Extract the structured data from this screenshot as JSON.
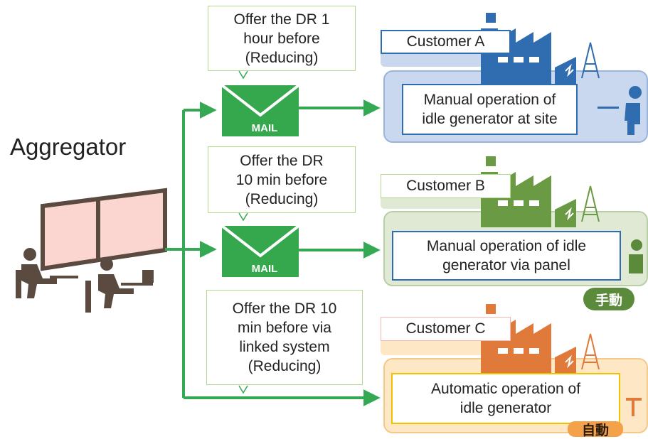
{
  "aggregator": {
    "label": "Aggregator"
  },
  "callouts": [
    {
      "text": "Offer the DR 1\nhour before\n(Reducing)"
    },
    {
      "text": "Offer the DR\n10 min before\n(Reducing)"
    },
    {
      "text": "Offer the DR 10\nmin before via\nlinked system\n(Reducing)"
    }
  ],
  "mail_label": "MAIL",
  "customers": [
    {
      "name": "Customer A",
      "description": "Manual operation of\nidle generator at site",
      "color": "#2f6db0",
      "panel_color": "#c9d8ef",
      "label_border": "#2f6db0"
    },
    {
      "name": "Customer B",
      "description": "Manual operation of idle\ngenerator via panel",
      "color": "#5a8a3a",
      "panel_color": "#dfe9d3",
      "label_border": "#b5d98a",
      "badge": "手動"
    },
    {
      "name": "Customer C",
      "description": "Automatic operation of\nidle generator",
      "color": "#e07a3a",
      "panel_color": "#fde7c4",
      "label_border": "#f5b5b5",
      "badge": "自動"
    }
  ],
  "colors": {
    "arrow": "#34a853",
    "mail": "#35a84e",
    "desk": "#5a4a40",
    "screen": "#fbd5d0"
  }
}
